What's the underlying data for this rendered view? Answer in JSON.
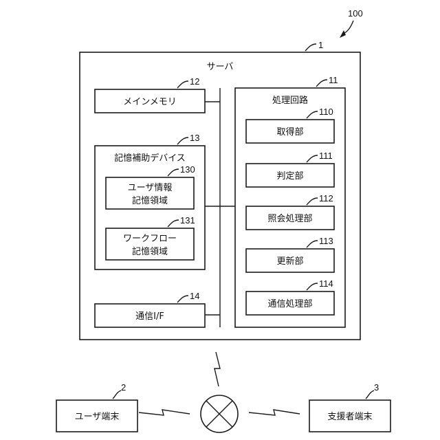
{
  "figure_ref": "100",
  "server": {
    "ref": "1",
    "title": "サーバ"
  },
  "main_memory": {
    "ref": "12",
    "label": "メインメモリ"
  },
  "aux_storage": {
    "ref": "13",
    "label": "記憶補助デバイス",
    "user_info_area": {
      "ref": "130",
      "line1": "ユーザ情報",
      "line2": "記憶領域"
    },
    "workflow_area": {
      "ref": "131",
      "line1": "ワークフロー",
      "line2": "記憶領域"
    }
  },
  "comm_if": {
    "ref": "14",
    "label": "通信I/F"
  },
  "processing_circuit": {
    "ref": "11",
    "title": "処理回路",
    "units": [
      {
        "ref": "110",
        "label": "取得部"
      },
      {
        "ref": "111",
        "label": "判定部"
      },
      {
        "ref": "112",
        "label": "照会処理部"
      },
      {
        "ref": "113",
        "label": "更新部"
      },
      {
        "ref": "114",
        "label": "通信処理部"
      }
    ]
  },
  "user_terminal": {
    "ref": "2",
    "label": "ユーザ端末"
  },
  "supporter_terminal": {
    "ref": "3",
    "label": "支援者端末"
  }
}
